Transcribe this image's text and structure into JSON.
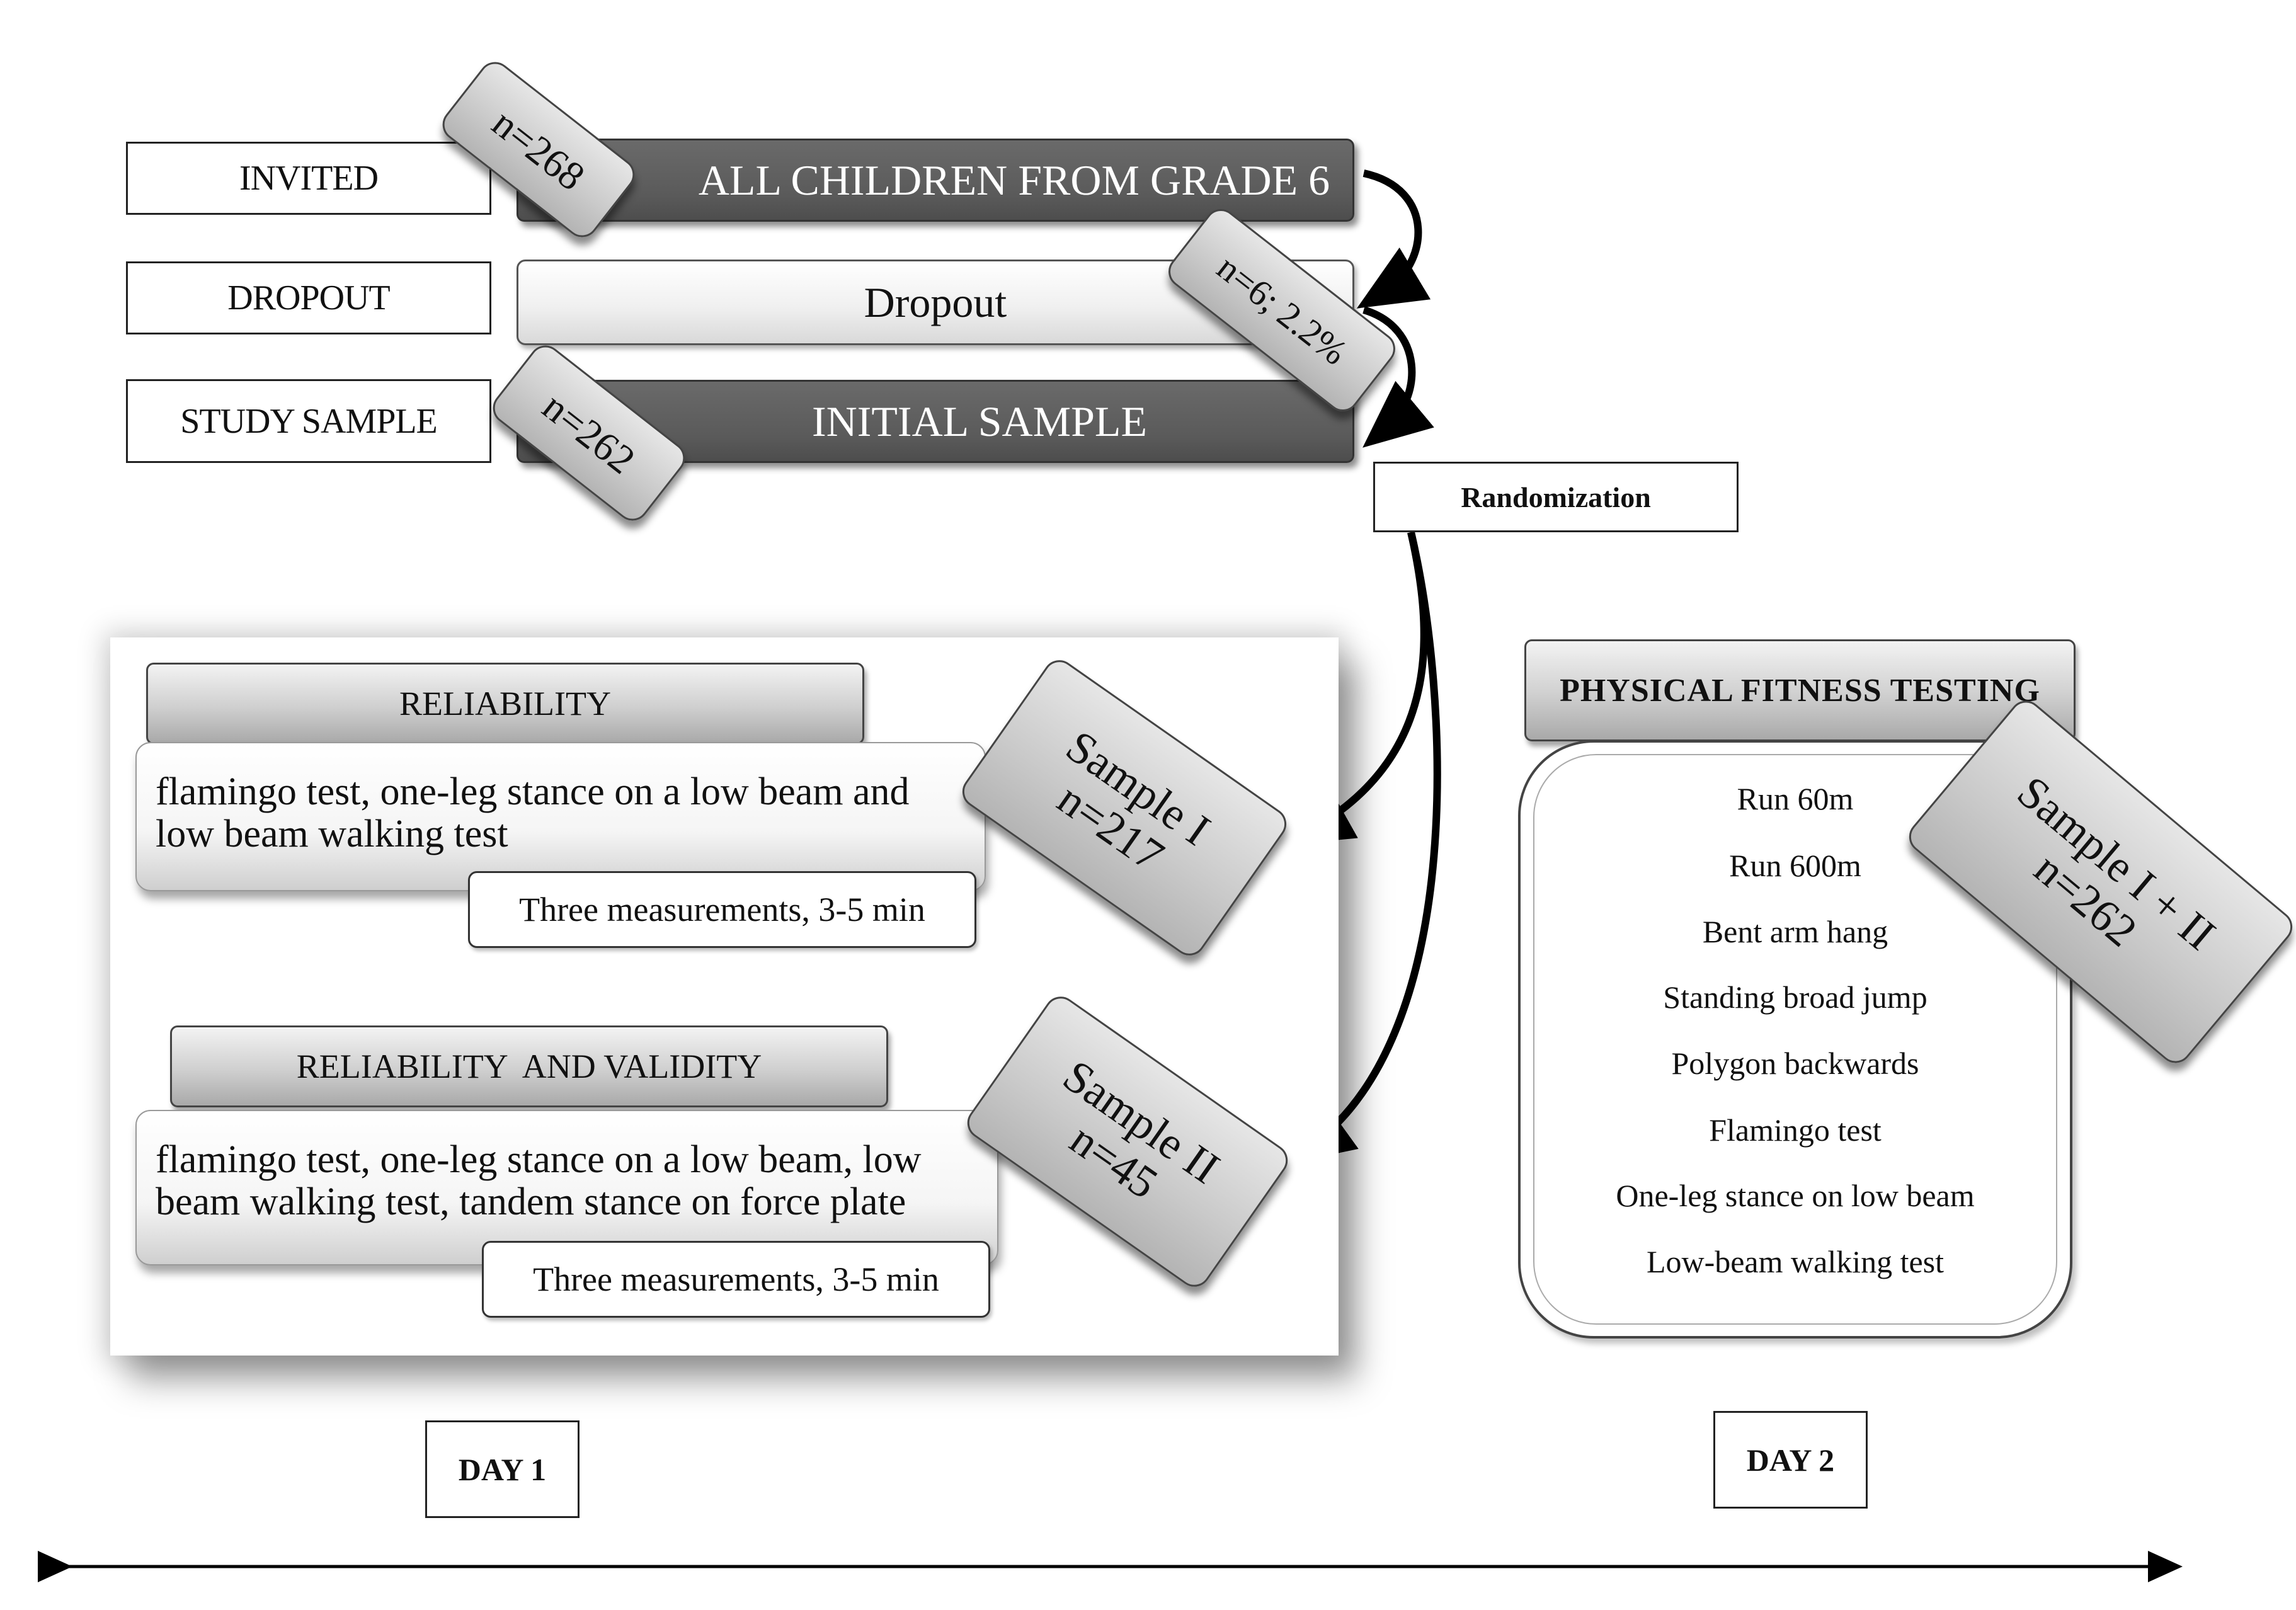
{
  "labels": {
    "invited": "INVITED",
    "dropout": "DROPOUT",
    "study_sample": "STUDY SAMPLE"
  },
  "bars": {
    "all_children": "ALL CHILDREN FROM GRADE 6",
    "dropout": "Dropout",
    "initial_sample": "INITIAL SAMPLE"
  },
  "tags": {
    "invited_n": "n=268",
    "dropout_n": "n=6; 2.2%",
    "initial_n": "n=262",
    "sample1_name": "Sample I",
    "sample1_n": "n=217",
    "sample2_name": "Sample II",
    "sample2_n": "n=45",
    "sample12_name": "Sample I + II",
    "sample12_n": "n=262"
  },
  "randomization": "Randomization",
  "day1": {
    "reliability_header": "RELIABILITY",
    "reliability_desc": "flamingo test, one-leg stance on a low beam and low beam walking test",
    "reliability_measurements": "Three measurements, 3-5 min",
    "validity_header": "RELIABILITY  AND VALIDITY",
    "validity_desc": "flamingo test, one-leg stance on a low beam, low beam walking test, tandem stance on force plate",
    "validity_measurements": "Three measurements, 3-5 min"
  },
  "day2": {
    "header": "PHYSICAL FITNESS TESTING",
    "tests": [
      "Run 60m",
      "Run 600m",
      "Bent arm hang",
      "Standing broad jump",
      "Polygon backwards",
      "Flamingo test",
      "One-leg stance on low beam",
      "Low-beam walking test"
    ]
  },
  "days": {
    "day1": "DAY 1",
    "day2": "DAY 2"
  }
}
